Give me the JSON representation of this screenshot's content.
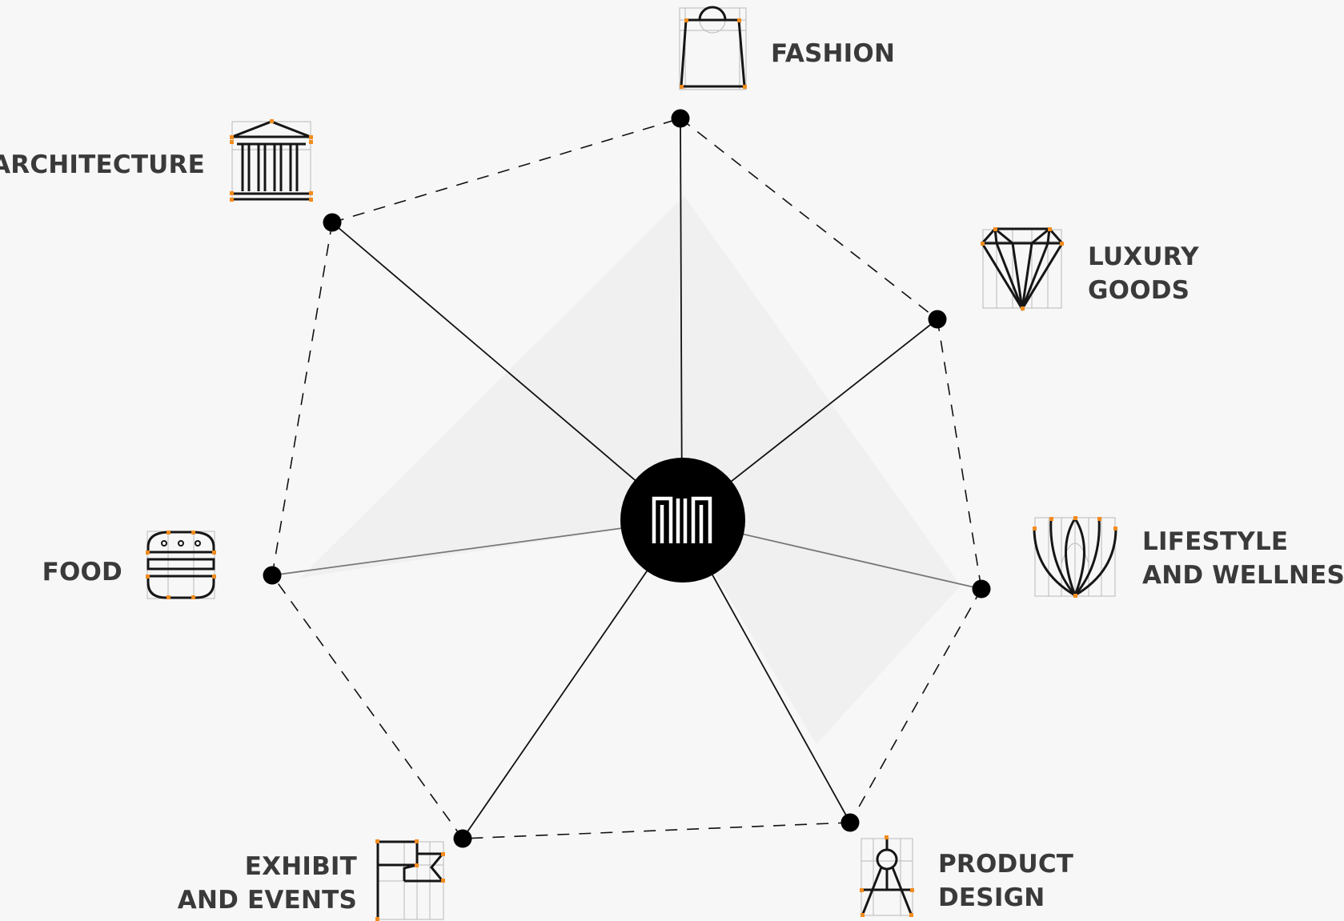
{
  "center": {
    "logo_icon": "nm-monogram-logo",
    "fill": "#000000"
  },
  "colors": {
    "background": "#f7f7f7",
    "ink": "#111111",
    "handle": "#f28c1e",
    "label": "#3a3a3a",
    "fan": "#eeeeee"
  },
  "categories": [
    {
      "id": "fashion",
      "lines": [
        "FASHION"
      ],
      "icon": "shopping-bag-icon"
    },
    {
      "id": "luxury-goods",
      "lines": [
        "LUXURY",
        "GOODS"
      ],
      "icon": "diamond-icon"
    },
    {
      "id": "lifestyle-and-wellness",
      "lines": [
        "LIFESTYLE",
        "AND WELLNESS"
      ],
      "icon": "lotus-icon"
    },
    {
      "id": "product-design",
      "lines": [
        "PRODUCT",
        "DESIGN"
      ],
      "icon": "compass-icon"
    },
    {
      "id": "exhibit-and-events",
      "lines": [
        "EXHIBIT",
        "AND EVENTS"
      ],
      "icon": "flag-icon"
    },
    {
      "id": "food",
      "lines": [
        "FOOD"
      ],
      "icon": "burger-icon"
    },
    {
      "id": "architecture",
      "lines": [
        "ARCHITECTURE"
      ],
      "icon": "classical-building-icon"
    }
  ]
}
